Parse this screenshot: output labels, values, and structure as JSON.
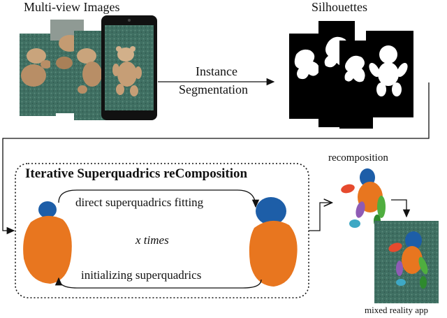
{
  "top": {
    "multiview_title": "Multi-view Images",
    "silhouettes_title": "Silhouettes",
    "arrow_label_line1": "Instance",
    "arrow_label_line2": "Segmentation"
  },
  "loop": {
    "title": "Iterative Superquadrics reComposition",
    "top_arrow_label": "direct superquadrics fitting",
    "center_label": "x times",
    "bottom_arrow_label": "initializing superquadrics"
  },
  "right": {
    "recomposition_label": "recomposition",
    "mixed_reality_label": "mixed reality app"
  },
  "colors": {
    "body_orange": "#e8761f",
    "head_blue": "#1d5ea8",
    "photo_green": "#3f6f62",
    "silhouette_bg": "#000000",
    "line": "#111111"
  }
}
